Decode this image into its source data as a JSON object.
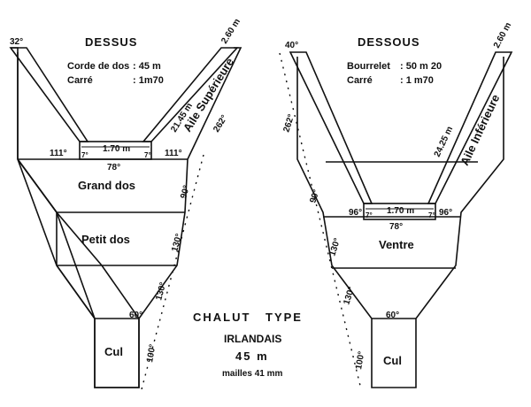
{
  "top_panel": {
    "title": "DESSUS",
    "spec_rows": [
      {
        "label": "Corde de dos",
        "value": ": 45 m"
      },
      {
        "label": "Carré",
        "value": ": 1m70"
      }
    ],
    "wing_label": "Aile Supérieure",
    "wing_length": "21.45 m",
    "tip_width": "2.60 m",
    "angle_tip": "32°",
    "square_width": "1.70 m",
    "angle_square_left": "111°",
    "angle_square_right": "111°",
    "angle_inner_left": "7°",
    "angle_inner_right": "7°",
    "angle_mid": "78°",
    "angle_wing_side": "262°",
    "angle_side_1": "90°",
    "angle_side_2": "130°",
    "angle_side_3": "130°",
    "angle_cul_top": "60°",
    "angle_cul_side": "100°",
    "section_1": "Grand dos",
    "section_2": "Petit dos",
    "cul": "Cul"
  },
  "bottom_panel": {
    "title": "DESSOUS",
    "spec_rows": [
      {
        "label": "Bourrelet",
        "value": ": 50 m 20"
      },
      {
        "label": "Carré",
        "value": ": 1 m70"
      }
    ],
    "wing_label": "Aile Inférieure",
    "wing_length": "24.25 m",
    "tip_width": "2.60 m",
    "angle_tip": "40°",
    "angle_side_wing": "262°",
    "angle_side_1": "90°",
    "angle_side_2": "130°",
    "angle_side_3": "130°",
    "square_width": "1.70 m",
    "angle_square_left": "96°",
    "angle_square_right": "96°",
    "angle_inner_left": "7°",
    "angle_inner_right": "7°",
    "angle_mid": "78°",
    "angle_cul_top": "60°",
    "angle_cul_side": "100°",
    "section_1": "Ventre",
    "cul": "Cul"
  },
  "caption": {
    "line1_a": "CHALUT",
    "line1_b": "TYPE",
    "line2": "IRLANDAIS",
    "line3": "45 m",
    "line4": "mailles 41 mm"
  }
}
